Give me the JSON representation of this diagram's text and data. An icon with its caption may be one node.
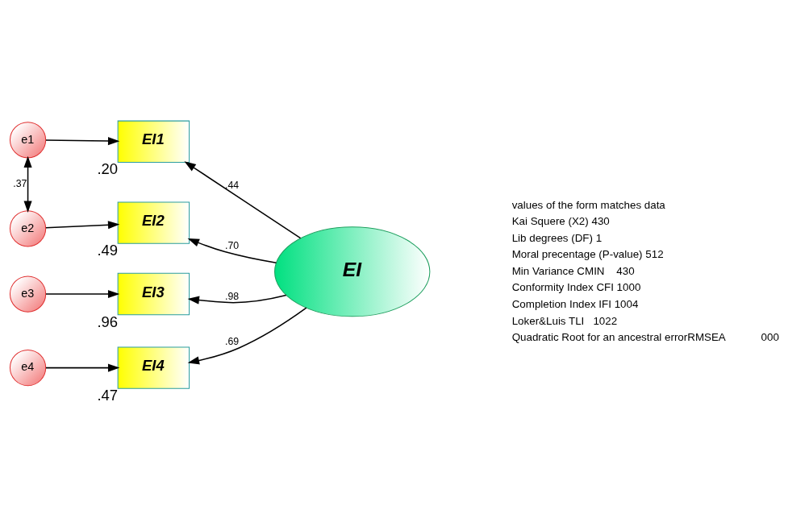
{
  "diagram": {
    "nodes": [
      {
        "text": [
          "e1"
        ]
      },
      {
        "text": [
          "EI1"
        ],
        "beside": [
          ".20"
        ]
      },
      {
        "text": [
          "e2"
        ]
      },
      {
        "text": [
          "EI2"
        ],
        "beside": [
          ".49"
        ]
      },
      {
        "text": [
          "e3"
        ]
      },
      {
        "text": [
          "EI3"
        ],
        "beside": [
          ".96"
        ]
      },
      {
        "text": [
          "e4"
        ]
      },
      {
        "text": [
          "EI4"
        ],
        "beside": [
          ".47"
        ]
      },
      {
        "text": [
          "EI"
        ]
      }
    ],
    "edges": [
      {
        "from": 0,
        "to": 1,
        "arrow": "to"
      },
      {
        "from": 2,
        "to": 3,
        "arrow": "to"
      },
      {
        "from": 4,
        "to": 5,
        "arrow": "to"
      },
      {
        "from": 6,
        "to": 7,
        "arrow": "to"
      },
      {
        "from": 0,
        "to": 2,
        "arrow": "both",
        "label": ".37"
      },
      {
        "from": 8,
        "to": 1,
        "arrow": "to",
        "label": ".44"
      },
      {
        "from": 8,
        "to": 3,
        "arrow": "to",
        "label": ".70"
      },
      {
        "from": 8,
        "to": 5,
        "arrow": "to",
        "label": ".98"
      },
      {
        "from": 8,
        "to": 7,
        "arrow": "to",
        "label": ".69"
      }
    ],
    "labels": [
      "values of the form matches data",
      "Kai Squere (X2) 430",
      "Lib degrees (DF) 1",
      "Moral precentage (P-value) 512",
      "Min Variance CMIN    430",
      "Conformity Index CFI 1000",
      "Completion Index IFI 1004",
      "Loker&Luis TLI   1022",
      "Quadratic Root for an ancestral errorRMSEA            000"
    ]
  }
}
